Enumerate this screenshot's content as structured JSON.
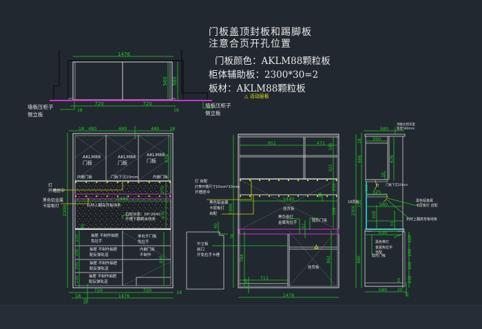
{
  "notes": {
    "title_line1": "门板盖顶封板和踢脚板",
    "title_line2": "注意合页开孔位置",
    "door_color": "门板颜色：AKLM88颗粒板",
    "aux_board": "柜体辅助板：2300*30=2",
    "material": "板材：AKLM88颗粒板",
    "movable_shelf": "△ 活动层板"
  },
  "top_view": {
    "overall_width": "1476",
    "depth_inner": "560",
    "depth_outer": "580",
    "left_door": "720",
    "right_door": "720",
    "left_edge": "18",
    "right_edge": "18",
    "left_label_1": "墙板压柜子",
    "left_label_2": "侧立板",
    "right_label_1": "墙板压柜子",
    "right_label_2": "侧立板"
  },
  "front_view": {
    "top_dims": [
      "18",
      "480",
      "480",
      "480",
      "18"
    ],
    "mid_dim": "18",
    "door_label_brand": "AKLM88",
    "door_label_text": "门板",
    "upper_height": "676",
    "inner_door_left": "内嵌门板",
    "inner_door_right": "内嵌门板",
    "door_gap_note": "门板下沉10mm",
    "light_note_1": "灯",
    "light_note_2": "开槽居中",
    "rail_note_1": "黑色铝金属",
    "rail_note_2": "卡层板灯",
    "stone_note": "石材上翻高背板线条",
    "stone_size_1": "石材台面：DP:2640",
    "stone_size_2": "开槽下翻剩余线条",
    "inner_width": "1440",
    "height_total": "2300",
    "height_270": "270",
    "height_470": "470",
    "height_30": "30",
    "drawer_heights": [
      "220",
      "200",
      "200",
      "220"
    ],
    "right_height": "830",
    "drawers": [
      {
        "l1": "抽屉   不制作抽屉",
        "l2": "免拉手"
      },
      {
        "l1": "抽屉   不制作抽屉",
        "l2": "配反弹轨道"
      },
      {
        "l1": "抽屉   不制作抽屉",
        "l2": "配反弹轨道"
      },
      {
        "l1": "抽屉   不制作抽屉",
        "l2": "配反弹轨道"
      }
    ],
    "right_door_1": "单右开门板",
    "right_door_2": "免拉手",
    "right_door_3": "内嵌门板",
    "right_door_4": "不制作",
    "bottom_dims": [
      "720",
      "720"
    ],
    "bottom_edge": "18",
    "bottom_total": "1476",
    "plinth": "50"
  },
  "inner_view": {
    "top_left": "951",
    "top_right": "471",
    "h_top": "320",
    "h_mid": "321",
    "h_210": "210",
    "h_80": "80",
    "width_1440": "1440",
    "height_2300": "2300",
    "h_508": "508",
    "light_note_1": "灯  自配",
    "light_note_2": "灯带开槽尺寸10mm*10mm",
    "light_note_3": "开槽居中",
    "rail_note_1": "黑色铝金属",
    "rail_note_2": "卡层板灯",
    "rail_note_3": "自配",
    "backboard": "挂背板",
    "handle_note_1": "黑色带灯",
    "handle_note_2": "金属免拉手",
    "handle_note_3": "自配",
    "lock_note": "隐形门吸",
    "side_panel_1": "中立板",
    "side_panel_2": "前口",
    "side_panel_3": "开免拉手卡槽",
    "h_60": "60",
    "h_30": "30",
    "h_50": "50",
    "h_784": "784",
    "w_711": "711",
    "h_862": "862",
    "h_51": "51",
    "bottom_total": "1476"
  },
  "side_view": {
    "top_depth": "580",
    "top_note": "顶板达到深度",
    "top_note_2": "宽度580mm",
    "inner_depth": "350",
    "h_18": "18",
    "h_666": "666",
    "h_676": "676",
    "h_10": "10",
    "door_gap_note": "门板下沉10mm",
    "light_note": "灯",
    "w_325": "325",
    "h_110": "110",
    "side_label": "18层板",
    "h_2300": "2300",
    "h_730": "730",
    "w_560": "560",
    "h_508": "508",
    "h_30": "30",
    "h_51": "51",
    "rail_note_1": "黑色铝金属",
    "rail_note_2": "卡层板灯 自配",
    "stone_note": "石材上翻高背板线条",
    "w_530": "530",
    "handle_note_1": "黑色带灯",
    "handle_note_2": "金属免拉手",
    "handle_note_3": "自配",
    "lock_note": "隐形门吸",
    "h_880": "880",
    "right_dims": [
      "220",
      "200",
      "200",
      "230"
    ],
    "h_50": "50",
    "bottom_580": "580",
    "bottom_20": "20",
    "plinth": "20"
  },
  "colors": {
    "background": "#212830",
    "dimension": "#22cc22",
    "outline": "#d8d8d8",
    "highlight": "#cc33cc",
    "leader": "#d4d400",
    "cyan": "#22b8c8"
  }
}
